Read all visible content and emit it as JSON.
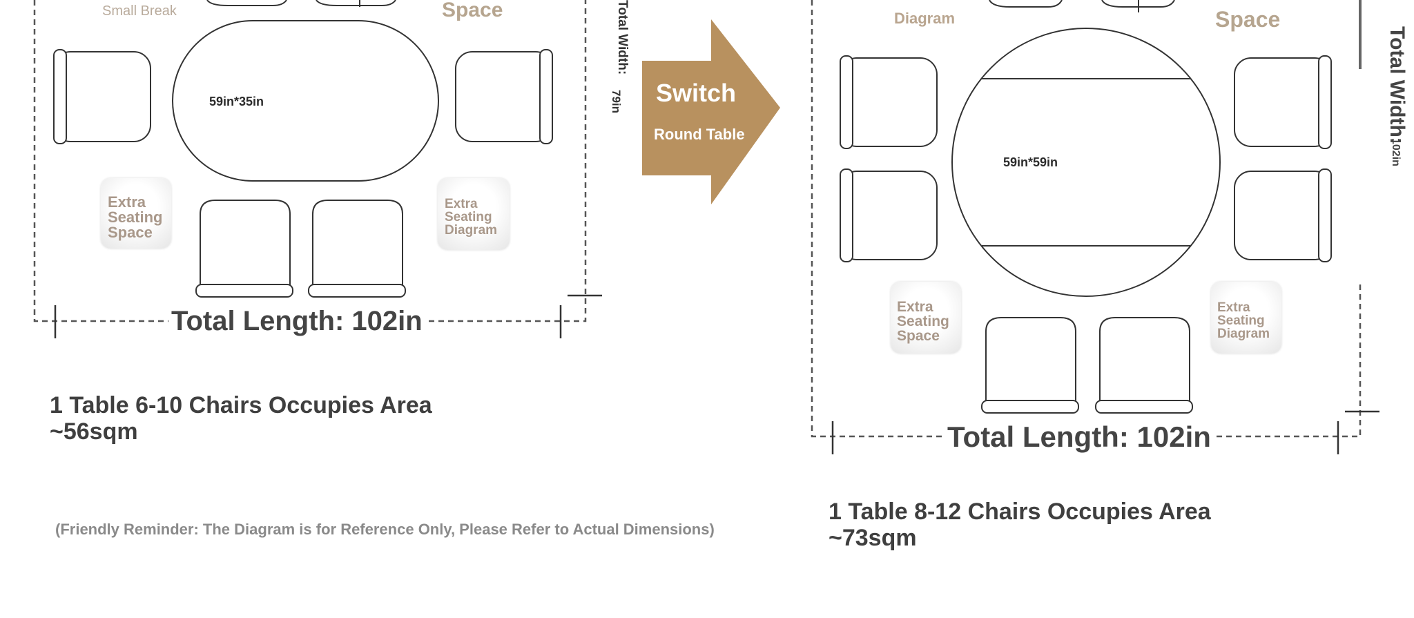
{
  "left": {
    "top_label_left": "Small Break",
    "top_label_right": "Space",
    "table_size": "59in*35in",
    "width_label": "Total Width:",
    "width_value": "79in",
    "chip_left": [
      "Extra",
      "Seating",
      "Space"
    ],
    "chip_right": [
      "Extra",
      "Seating",
      "Diagram"
    ],
    "length_label": "Total Length: 102in",
    "caption_line1": "1 Table 6-10 Chairs Occupies Area",
    "caption_line2": "~56sqm"
  },
  "arrow": {
    "title": "Switch",
    "subtitle": "Round Table",
    "color": "#b8915f"
  },
  "right": {
    "top_label_left": "Diagram",
    "top_label_right": "Space",
    "table_size": "59in*59in",
    "width_label": "Total Width:",
    "width_value": "102in",
    "chip_left": [
      "Extra",
      "Seating",
      "Space"
    ],
    "chip_right": [
      "Extra",
      "Seating",
      "Diagram"
    ],
    "length_label": "Total Length: 102in",
    "caption_line1": "1 Table 8-12 Chairs Occupies Area",
    "caption_line2": "~73sqm"
  },
  "reminder": "(Friendly Reminder: The Diagram is for Reference Only, Please Refer to Actual Dimensions)"
}
